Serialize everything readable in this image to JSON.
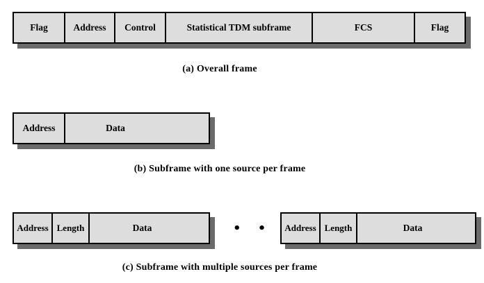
{
  "style": {
    "cell_fill": "#dddddd",
    "border_color": "#000000",
    "shadow_color": "#6b6b6b",
    "text_color": "#000000",
    "background": "#ffffff"
  },
  "frames": {
    "overall": {
      "caption": "(a) Overall frame",
      "cells": [
        {
          "label": "Flag"
        },
        {
          "label": "Address"
        },
        {
          "label": "Control"
        },
        {
          "label": "Statistical TDM subframe"
        },
        {
          "label": "FCS"
        },
        {
          "label": "Flag"
        }
      ]
    },
    "single_source": {
      "caption": "(b) Subframe with one source per frame",
      "cells": [
        {
          "label": "Address"
        },
        {
          "label": "Data"
        }
      ]
    },
    "multi_source": {
      "caption": "(c) Subframe with multiple sources per frame",
      "ellipsis": "• • •",
      "left_block": [
        {
          "label": "Address"
        },
        {
          "label": "Length"
        },
        {
          "label": "Data"
        }
      ],
      "right_block": [
        {
          "label": "Address"
        },
        {
          "label": "Length"
        },
        {
          "label": "Data"
        }
      ]
    }
  }
}
